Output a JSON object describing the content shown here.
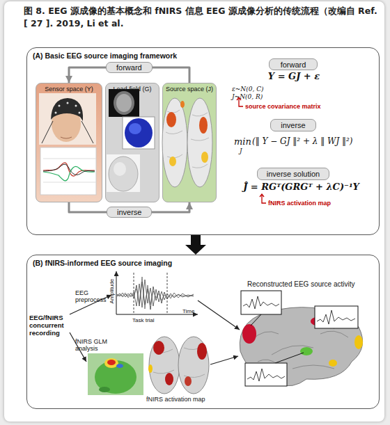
{
  "diagram": {
    "title": "图 8. EEG 源成像的基本概念和 fNIRS 信息 EEG 源成像分析的传统流程（改编自 Ref. [ 27 ]. 2019, Li et al.",
    "nodes": [
      {
        "text": [
          "(A) Basic EEG source imaging framework"
        ]
      },
      {
        "text": [
          "Sensor space (Y)"
        ],
        "in": 0
      },
      {
        "text": [
          "Lead-field (G)"
        ],
        "in": 0
      },
      {
        "text": [
          "Source space (J)"
        ],
        "in": 0
      },
      {
        "text": [
          "forward"
        ],
        "in": 0
      },
      {
        "text": [
          "inverse"
        ],
        "in": 0
      },
      {
        "text": [
          "inverse solution"
        ],
        "in": 0
      },
      {
        "text": [
          "(B) fNIRS-informed EEG source imaging"
        ]
      }
    ],
    "edges": [
      {
        "from": 3,
        "to": 1,
        "label": "forward",
        "arrow": "to"
      },
      {
        "from": 1,
        "to": 3,
        "label": "inverse",
        "arrow": "to"
      },
      {
        "from": 0,
        "to": 7,
        "arrow": "to"
      }
    ],
    "labels": [
      "Y = GJ + ε",
      "ε~N(0, C)",
      "J~N(0, R)",
      "source covariance matrix",
      "min",
      "J",
      "(‖ Y − GJ ‖² + λ ‖ WJ ‖²)",
      "Ĵ = RGᵀ(GRGᵀ + λC)⁻¹Y",
      "fNIRS activation map",
      "EEG preprocess",
      "EEG/fNIRS concurrent recording",
      "fNIRS GLM analysis",
      "Amplitude",
      "Task trial",
      "Time",
      "fNIRS activation map",
      "Reconstructed EEG source activity"
    ]
  }
}
